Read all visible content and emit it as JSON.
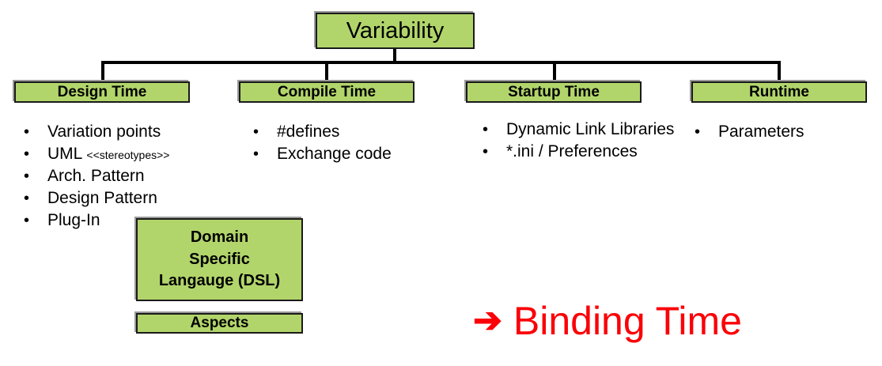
{
  "diagram": {
    "root": {
      "label": "Variability"
    },
    "colors": {
      "box_fill": "#b2d56b",
      "box_border": "#1a1a1a",
      "callout_red": "#fb0007"
    },
    "branches": [
      {
        "header": "Design Time",
        "items": [
          {
            "text": "Variation points",
            "note": ""
          },
          {
            "text": "UML",
            "note": "<<stereotypes>>"
          },
          {
            "text": "Arch. Pattern",
            "note": ""
          },
          {
            "text": "Design Pattern",
            "note": ""
          },
          {
            "text": "Plug-In",
            "note": ""
          }
        ]
      },
      {
        "header": "Compile Time",
        "items": [
          {
            "text": "#defines",
            "note": ""
          },
          {
            "text": "Exchange code",
            "note": ""
          }
        ]
      },
      {
        "header": "Startup Time",
        "items": [
          {
            "text": "Dynamic Link Libraries",
            "note": ""
          },
          {
            "text": "*.ini / Preferences",
            "note": ""
          }
        ]
      },
      {
        "header": "Runtime",
        "items": [
          {
            "text": "Parameters",
            "note": ""
          }
        ]
      }
    ],
    "extra_boxes": [
      {
        "id": "dsl",
        "lines": [
          "Domain",
          "Specific",
          "Langauge (DSL)"
        ]
      },
      {
        "id": "aspects",
        "lines": [
          "Aspects"
        ]
      }
    ],
    "callout": {
      "arrow": "➔",
      "label": "Binding Time"
    },
    "bullet_glyph": "•"
  }
}
